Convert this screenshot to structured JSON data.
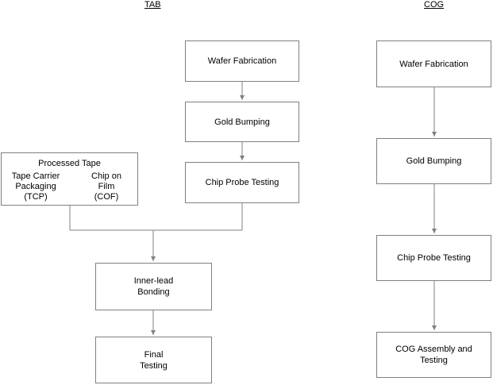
{
  "headers": {
    "tab": "TAB",
    "cog": "COG"
  },
  "tab_flow": {
    "wafer": "Wafer Fabrication",
    "gold": "Gold Bumping",
    "probe": "Chip Probe Testing",
    "inner_lead": "Inner-lead\nBonding",
    "final": "Final\nTesting",
    "processed_tape": {
      "title": "Processed Tape",
      "tcp": "Tape Carrier\nPackaging\n(TCP)",
      "cof": "Chip on\nFilm\n(COF)"
    }
  },
  "cog_flow": {
    "wafer": "Wafer Fabrication",
    "gold": "Gold Bumping",
    "probe": "Chip Probe Testing",
    "assembly": "COG Assembly and\nTesting"
  }
}
